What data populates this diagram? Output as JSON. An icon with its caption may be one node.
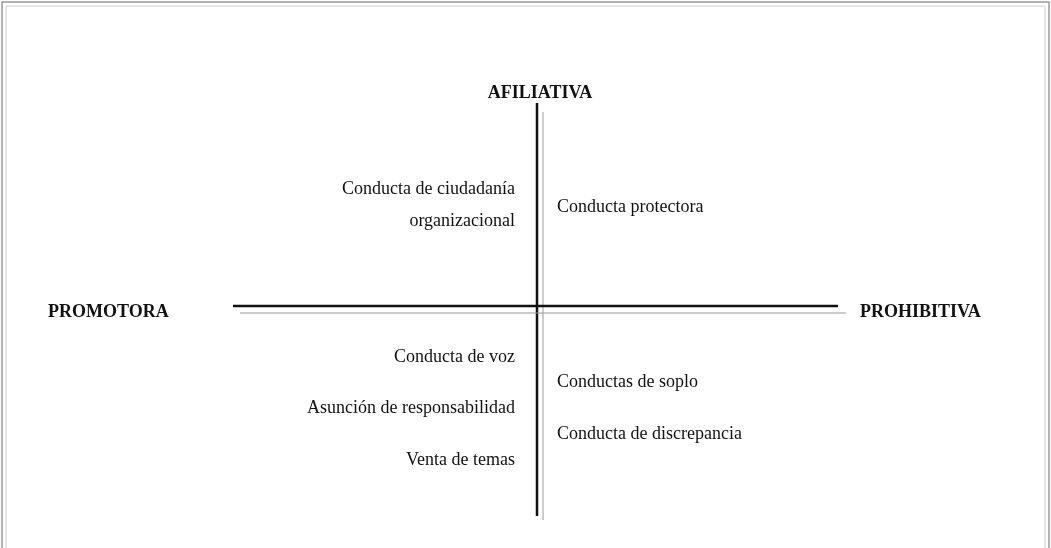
{
  "diagram": {
    "labels": [
      "AFILIATIVA",
      "PROMOTORA",
      "PROHIBITIVA",
      "Conducta de ciudadanía organizacional",
      "Conducta protectora",
      "Conducta de voz",
      "Asunción de responsabilidad",
      "Venta de temas",
      "Conductas de soplo",
      "Conducta de discrepancia"
    ]
  }
}
